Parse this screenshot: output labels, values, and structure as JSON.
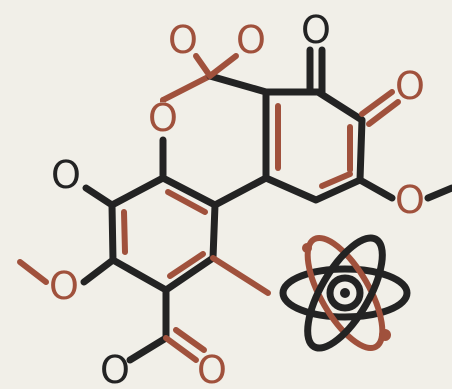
{
  "colors": {
    "background": "#f1efe8",
    "dark": "#232323",
    "accent": "#a0513c"
  },
  "atoms": {
    "ring_o_top_left": "O",
    "ring_o_top_right": "O",
    "ketone_o_top": "O",
    "ketone_o_right": "O",
    "methoxy_o_right": "O",
    "lactone_o": "O",
    "hydroxyl_o_left": "O",
    "methoxy_o_left": "O",
    "carboxyl_o_left": "O",
    "carboxyl_o_right": "O"
  },
  "icons": {
    "atom_icon": "atom-icon"
  }
}
